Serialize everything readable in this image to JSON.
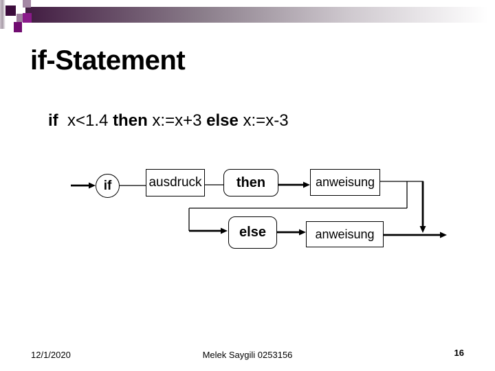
{
  "title": "if-Statement",
  "code": {
    "parts": [
      {
        "text": "if",
        "bold": true
      },
      {
        "text": "  x<1.4 ",
        "bold": false
      },
      {
        "text": "then",
        "bold": true
      },
      {
        "text": " x:=x+3 ",
        "bold": false
      },
      {
        "text": "else",
        "bold": true
      },
      {
        "text": " x:=x-3",
        "bold": false
      }
    ]
  },
  "diagram": {
    "nodes": {
      "if_circle": "if",
      "ausdruck": "ausdruck",
      "then_box": "then",
      "anweisung_then": "anweisung",
      "else_box": "else",
      "anweisung_else": "anweisung"
    }
  },
  "footer": {
    "date": "12/1/2020",
    "author": "Melek Saygili 0253156",
    "page": "16"
  },
  "colors": {
    "bar_gradient_start": "#421c42",
    "square_dark_purple": "#3c0c3c",
    "square_bright_purple": "#8a1a8a",
    "square_magenta": "#700c70",
    "square_lavender": "#a487a4",
    "text": "#000000",
    "background": "#ffffff"
  }
}
